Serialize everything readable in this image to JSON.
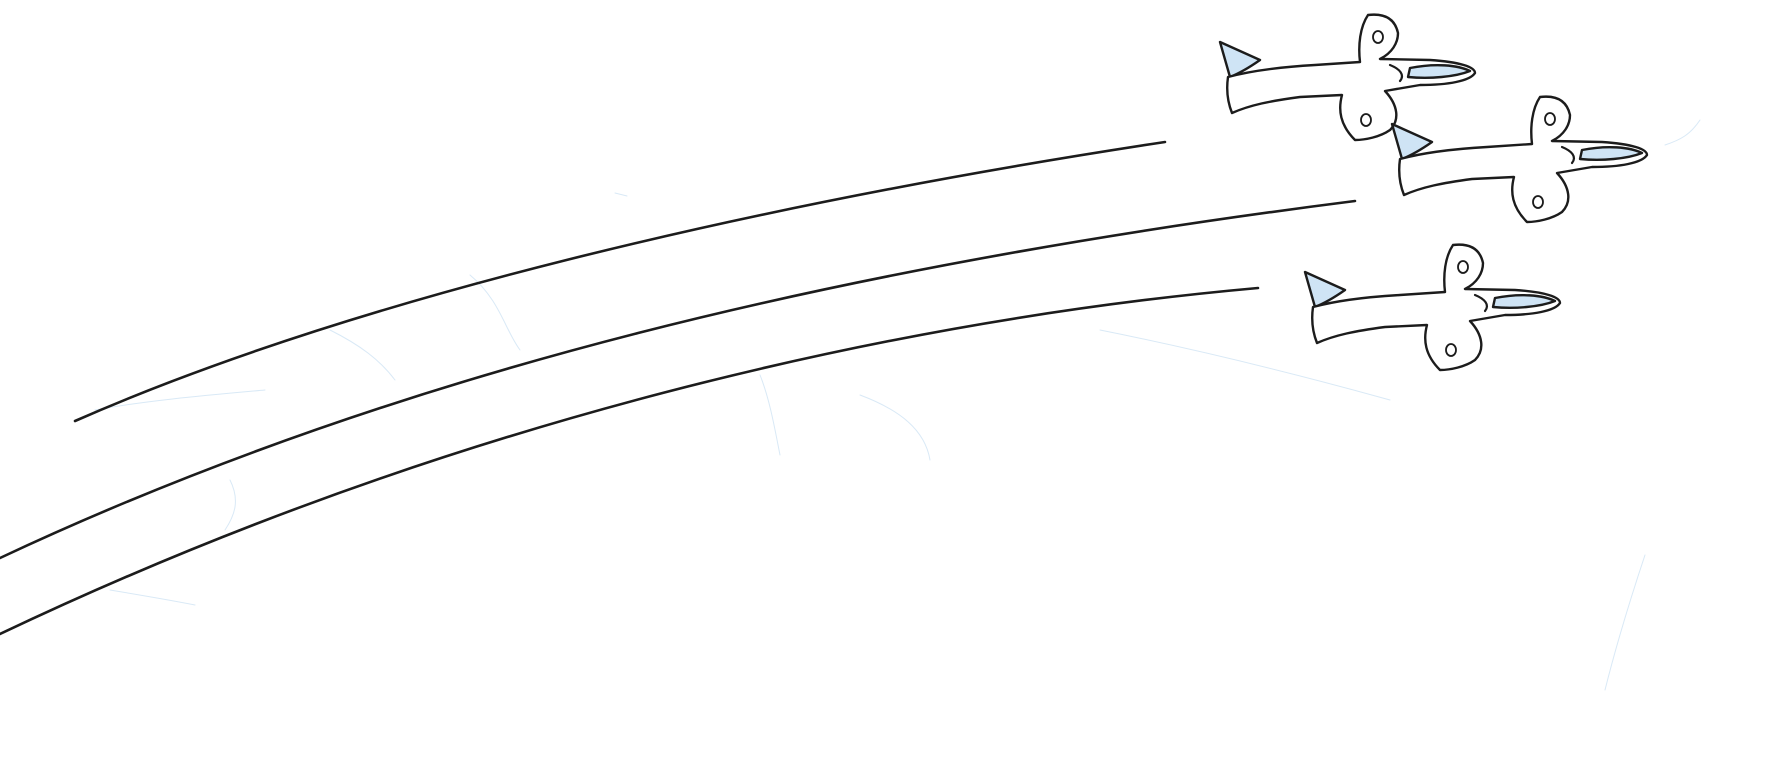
{
  "drawing": {
    "subject": [
      {
        "name": "jet-top",
        "icon": "jet-icon"
      },
      {
        "name": "jet-middle",
        "icon": "jet-icon"
      },
      {
        "name": "jet-bottom",
        "icon": "jet-icon"
      }
    ],
    "trail_count": 3
  },
  "colors": {
    "background": "#ffffff",
    "ink": "#1c1c1c",
    "tint": "#cfe4f5",
    "faint_marks": "#b9d7ef"
  }
}
